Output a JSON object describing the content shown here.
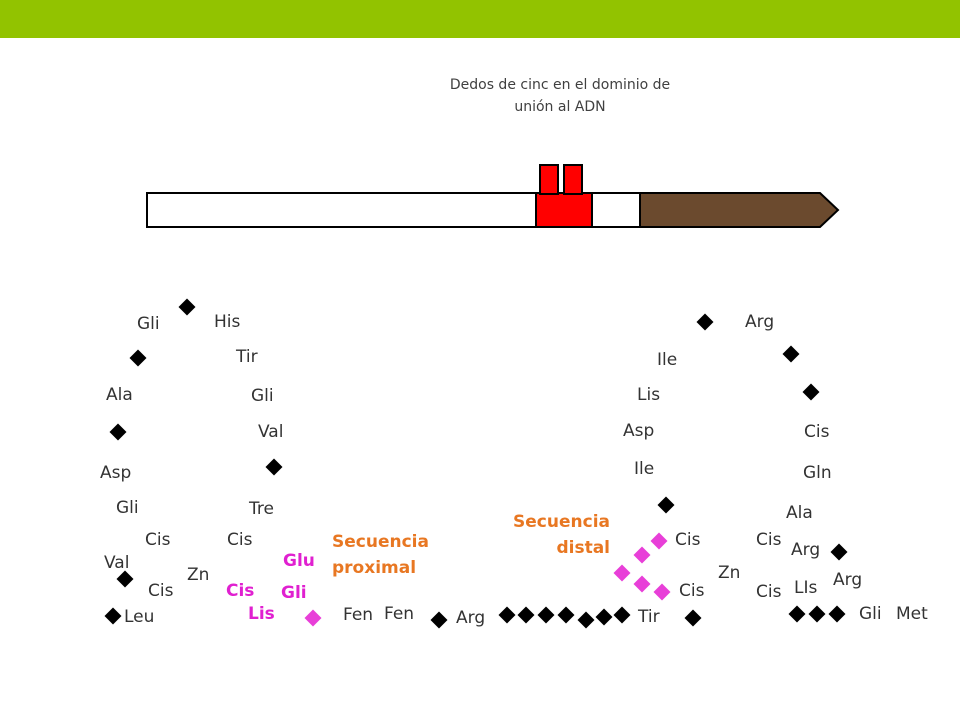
{
  "header": {
    "bar_color": "#92c300"
  },
  "title": {
    "line1": "Dedos de cinc en el dominio de",
    "line2": "unión al ADN"
  },
  "colors": {
    "zinc_finger_block": "#ff0000",
    "terminal_block": "#6b4a2e",
    "marker_black": "#000000",
    "marker_magenta": "#e83fd8",
    "label_orange": "#e87722",
    "label_magenta": "#e020d0"
  },
  "left_finger": {
    "gli1": "Gli",
    "his": "His",
    "tir": "Tir",
    "ala": "Ala",
    "gli2": "Gli",
    "val1": "Val",
    "asp": "Asp",
    "gli3": "Gli",
    "tre": "Tre",
    "cis1": "Cis",
    "cis2": "Cis",
    "val2": "Val",
    "zn": "Zn",
    "cis3": "Cis",
    "cis4": "Cis",
    "glu": "Glu",
    "gli4": "Gli",
    "leu": "Leu",
    "lis": "Lis"
  },
  "proximal": {
    "line1": "Secuencia",
    "line2": "proximal"
  },
  "linker": {
    "fen1": "Fen",
    "fen2": "Fen",
    "arg": "Arg",
    "tir": "Tir"
  },
  "distal": {
    "line1": "Secuencia",
    "line2": "distal"
  },
  "right_finger": {
    "arg1": "Arg",
    "ile1": "Ile",
    "lis": "Lis",
    "asp": "Asp",
    "cis1": "Cis",
    "ile2": "Ile",
    "gln": "Gln",
    "ala": "Ala",
    "cis2": "Cis",
    "cis3": "Cis",
    "arg2": "Arg",
    "zn": "Zn",
    "arg3": "Arg",
    "cis4": "Cis",
    "cis5": "Cis",
    "lis2": "LIs",
    "gli": "Gli",
    "met": "Met"
  }
}
